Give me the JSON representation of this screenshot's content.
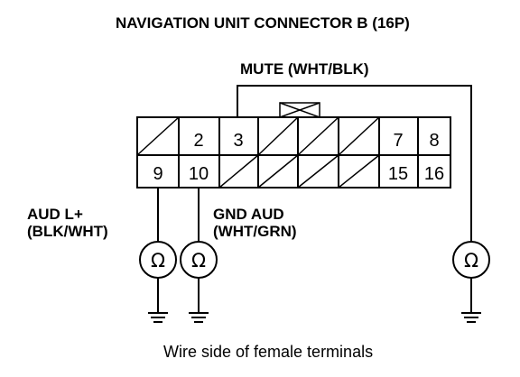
{
  "title": "NAVIGATION UNIT CONNECTOR B (16P)",
  "mute_label": "MUTE (WHT/BLK)",
  "aud_l_line1": "AUD L+",
  "aud_l_line2": "(BLK/WHT)",
  "gnd_aud_line1": "GND AUD",
  "gnd_aud_line2": "(WHT/GRN)",
  "ohm_symbol": "Ω",
  "caption": "Wire side of female terminals",
  "connector": {
    "top_row": [
      "",
      "2",
      "3",
      "",
      "",
      "",
      "7",
      "8"
    ],
    "bottom_row": [
      "9",
      "10",
      "",
      "",
      "",
      "",
      "15",
      "16"
    ]
  }
}
